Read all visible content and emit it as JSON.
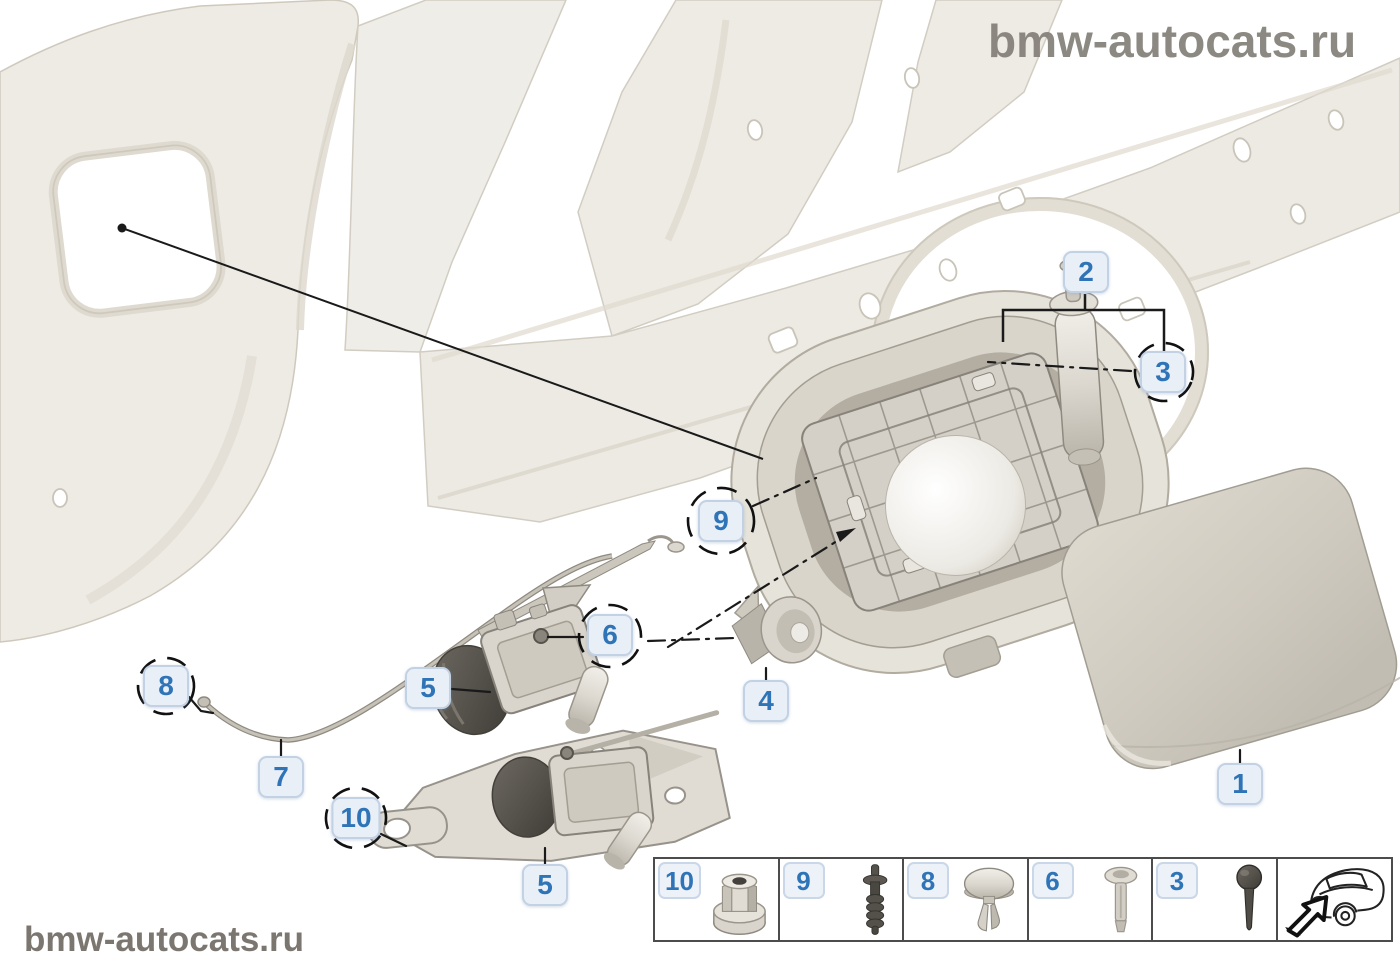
{
  "watermarks": {
    "top": "bmw-autocats.ru",
    "bottom": "bmw-autocats.ru"
  },
  "callouts": {
    "c1": "1",
    "c2": "2",
    "c3": "3",
    "c4": "4",
    "c5_upper": "5",
    "c5_lower": "5",
    "c6": "6",
    "c7": "7",
    "c8": "8",
    "c9": "9",
    "c10": "10"
  },
  "legend": {
    "cells": [
      {
        "label": "10",
        "icon": "flange-nut-icon"
      },
      {
        "label": "9",
        "icon": "expanding-rivet-icon"
      },
      {
        "label": "8",
        "icon": "dome-clip-icon"
      },
      {
        "label": "6",
        "icon": "blind-rivet-icon"
      },
      {
        "label": "3",
        "icon": "ball-pin-icon"
      },
      {
        "label": "",
        "icon": "car-location-icon"
      }
    ]
  },
  "colors": {
    "callout_text": "#2f74b6",
    "callout_bg": "#e9eff7",
    "callout_border": "#c2d1e3",
    "leader_line": "#1a1a1a",
    "body_panel_fill": "#edebe4",
    "body_panel_stroke": "#cfc9bd",
    "watermark": "#7b766f"
  }
}
